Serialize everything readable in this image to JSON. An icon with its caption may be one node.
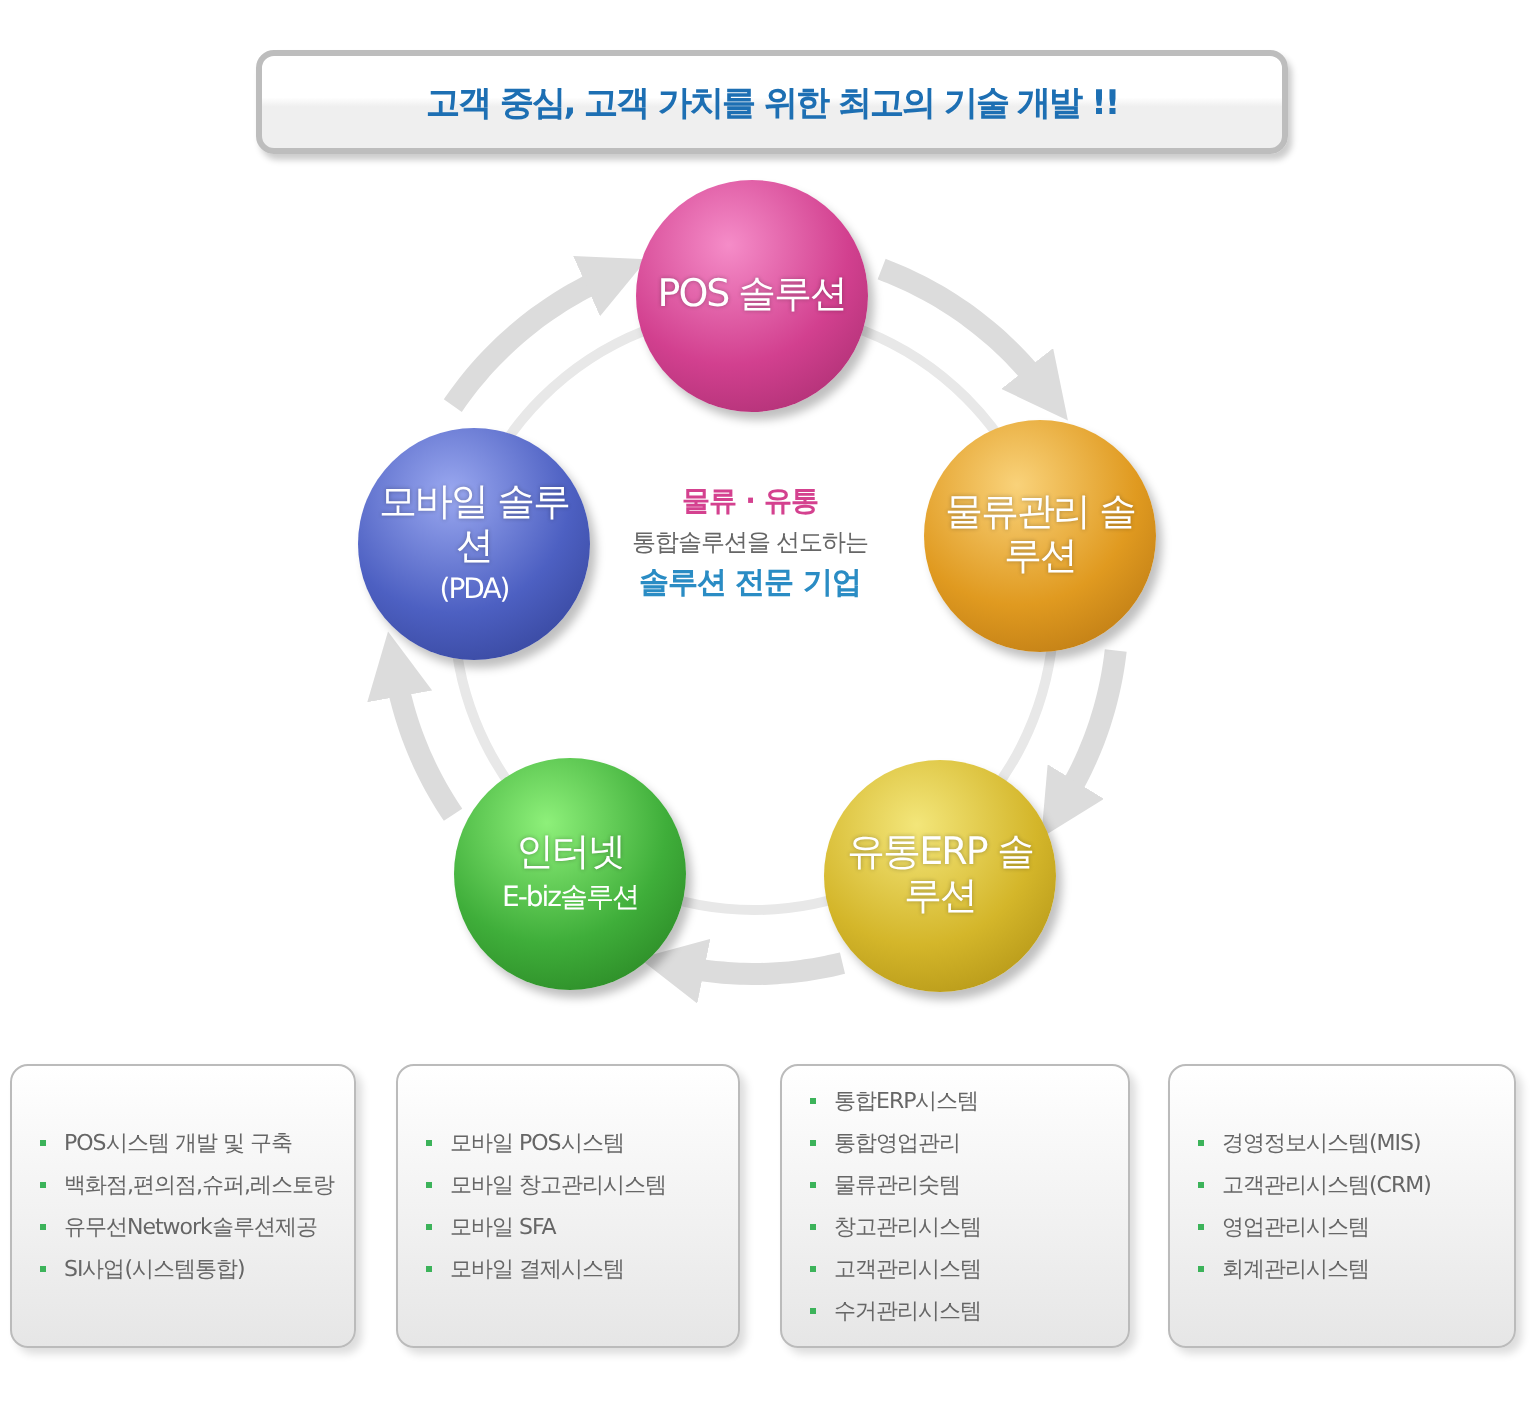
{
  "diagram": {
    "title": "고객 중심, 고객 가치를 위한 최고의 기술 개발 !!",
    "nodes": [
      {
        "text": [
          "POS 솔루션"
        ]
      },
      {
        "text": [
          "물류관리 솔루션"
        ]
      },
      {
        "text": [
          "유통ERP 솔루션"
        ]
      },
      {
        "text": [
          "인터넷",
          "E-biz솔루션"
        ]
      },
      {
        "text": [
          "모바일 솔루션",
          "(PDA)"
        ]
      },
      {
        "text": [
          "POS시스템 개발 및 구축",
          "백화점,편의점,슈퍼,레스토랑",
          "유무선Network솔루션제공",
          "SI사업(시스템통합)"
        ]
      },
      {
        "text": [
          "모바일 POS시스템",
          "모바일 창고관리시스템",
          "모바일 SFA",
          "모바일 결제시스템"
        ]
      },
      {
        "text": [
          "통합ERP시스템",
          "통합영업관리",
          "물류관리숫템",
          "창고관리시스템",
          "고객관리시스템",
          "수거관리시스템"
        ]
      },
      {
        "text": [
          "경영정보시스템(MIS)",
          "고객관리시스템(CRM)",
          "영업관리시스템",
          "회계관리시스템"
        ]
      }
    ],
    "edges": [
      {
        "from": 0,
        "to": 1,
        "arrow": "to"
      },
      {
        "from": 1,
        "to": 2,
        "arrow": "to"
      },
      {
        "from": 2,
        "to": 3,
        "arrow": "to"
      },
      {
        "from": 3,
        "to": 4,
        "arrow": "to"
      },
      {
        "from": 4,
        "to": 0,
        "arrow": "to"
      }
    ],
    "labels": [
      "물류 · 유통",
      "통합솔루션을 선도하는",
      "솔루션 전문 기업"
    ]
  }
}
